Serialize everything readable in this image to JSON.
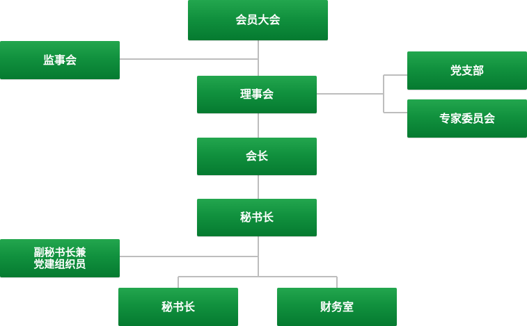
{
  "nodes": {
    "general_assembly": "会员大会",
    "supervisory_board": "监事会",
    "council": "理事会",
    "party_branch": "党支部",
    "expert_committee": "专家委员会",
    "president": "会长",
    "secretary_general": "秘书长",
    "deputy_secretary": "副秘书长兼\n党建组织员",
    "secretariat": "秘书长",
    "finance_office": "财务室"
  },
  "colors": {
    "node_top": "#23a64e",
    "node_bottom": "#057a30",
    "connector": "#bdbdbd"
  }
}
